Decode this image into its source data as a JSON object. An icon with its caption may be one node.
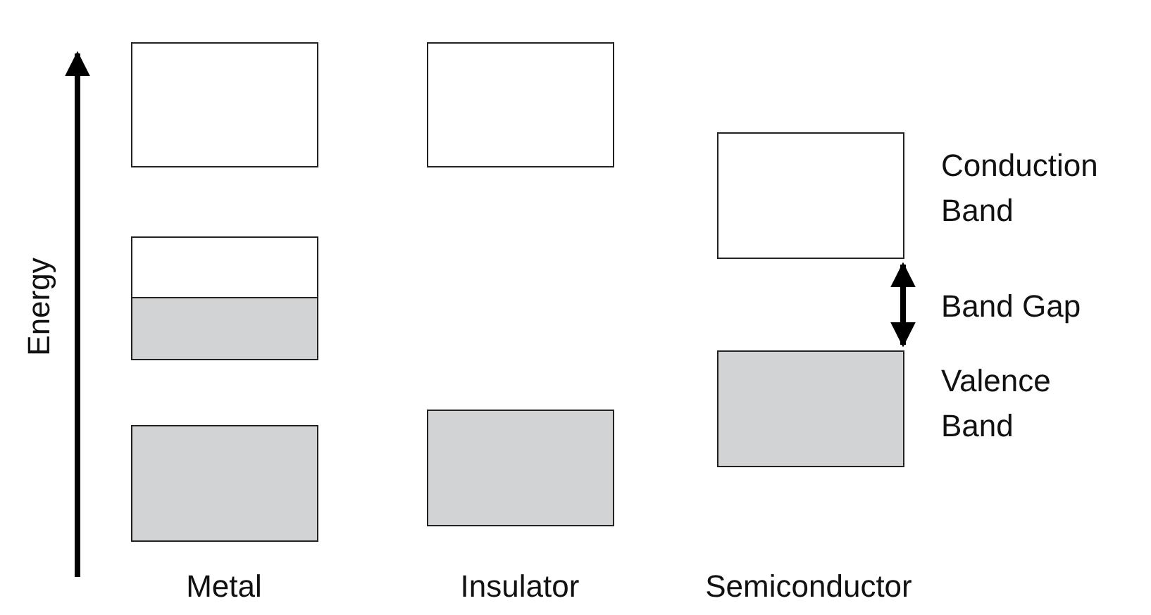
{
  "diagram": {
    "nodes": [
      {
        "text": [],
        "shape": "box"
      },
      {
        "text": [],
        "shape": "box"
      },
      {
        "text": [],
        "shape": "box"
      },
      {
        "text": [],
        "shape": "box"
      },
      {
        "text": [],
        "shape": "box"
      },
      {
        "text": [],
        "shape": "box"
      },
      {
        "text": [],
        "shape": "box",
        "beside": [
          "Conduction Band"
        ]
      },
      {
        "text": [],
        "shape": "box",
        "beside": [
          "Valence Band"
        ]
      }
    ],
    "edges": [
      {
        "from": 6,
        "to": 7,
        "arrow": "both",
        "label": "Band Gap"
      }
    ],
    "labels": [
      "Energy",
      "Metal",
      "Insulator",
      "Semiconductor"
    ]
  }
}
